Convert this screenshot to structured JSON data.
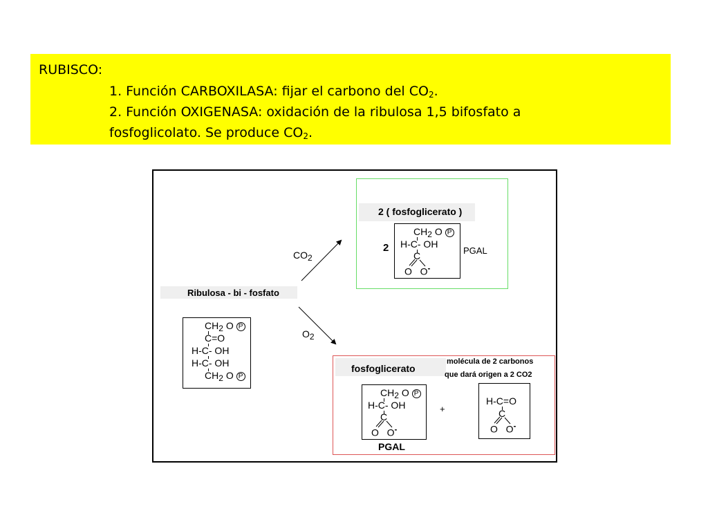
{
  "header": {
    "title": "RUBISCO:",
    "line1": "1. Función CARBOXILASA: fijar el carbono del CO",
    "line1_sub": "2",
    "line1_end": ".",
    "line2": "2. Función OXIGENASA: oxidación de la ribulosa 1,5 bifosfato a",
    "line3": "fosfoglicolato. Se produce CO",
    "line3_sub": "2",
    "line3_end": "."
  },
  "diagram": {
    "ribulosa_label": "Ribulosa - bi - fosfato",
    "co2": {
      "text": "CO",
      "sub": "2"
    },
    "o2": {
      "text": "O",
      "sub": "2"
    },
    "green_title": "2 ( fosfoglicerato )",
    "coef": "2",
    "pgal_right": "PGAL",
    "red_title": "fosfoglicerato",
    "note_line1": "molécula de 2 carbonos",
    "note_line2": "que dará origen a 2 CO2",
    "plus": "+",
    "pgal_bottom": "PGAL",
    "phosphate": "P",
    "mol": {
      "ch2o": "CH",
      "ch2o_sub": "2",
      "o": "O",
      "co": "C=O",
      "hcoh": "H-C- OH",
      "hc": "H-C",
      "c": "C",
      "eq_o": "=O",
      "oo": "O  O",
      "minus": "-"
    }
  },
  "colors": {
    "banner": "#ffff00",
    "green_frame": "#66dd66",
    "red_frame": "#dd5555"
  }
}
